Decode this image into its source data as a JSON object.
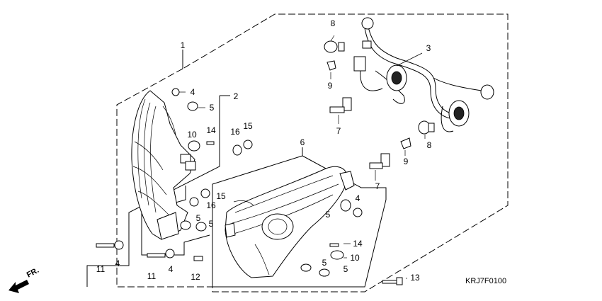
{
  "diagram": {
    "callouts": [
      "1",
      "2",
      "3",
      "4",
      "5",
      "6",
      "7",
      "8",
      "9",
      "10",
      "11",
      "12",
      "13",
      "14",
      "15",
      "16"
    ],
    "direction_label": "FR.",
    "diagram_code": "KRJ7F0100"
  }
}
